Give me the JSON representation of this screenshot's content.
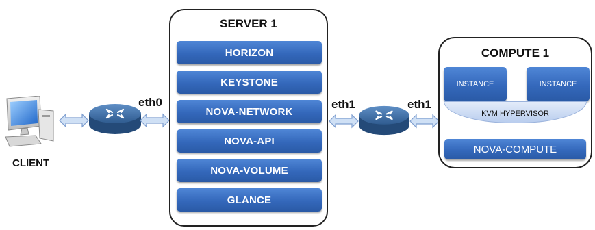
{
  "server": {
    "title": "SERVER 1",
    "services": [
      "HORIZON",
      "KEYSTONE",
      "NOVA-NETWORK",
      "NOVA-API",
      "NOVA-VOLUME",
      "GLANCE"
    ]
  },
  "compute": {
    "title": "COMPUTE 1",
    "instance_left": "INSTANCE",
    "instance_right": "INSTANCE",
    "hypervisor": "KVM HYPERVISOR",
    "nova_compute": "NOVA-COMPUTE"
  },
  "links": {
    "eth0": "eth0",
    "eth1_left": "eth1",
    "eth1_right": "eth1"
  },
  "client": {
    "label": "CLIENT"
  },
  "colors": {
    "service_blue": "#3468bb",
    "router_blue": "#2f5b8f",
    "arrow_fill": "#cfe0f5",
    "arrow_stroke": "#7f9fd0"
  },
  "icons": [
    "monitor-icon",
    "router-icon",
    "double-arrow-icon"
  ]
}
